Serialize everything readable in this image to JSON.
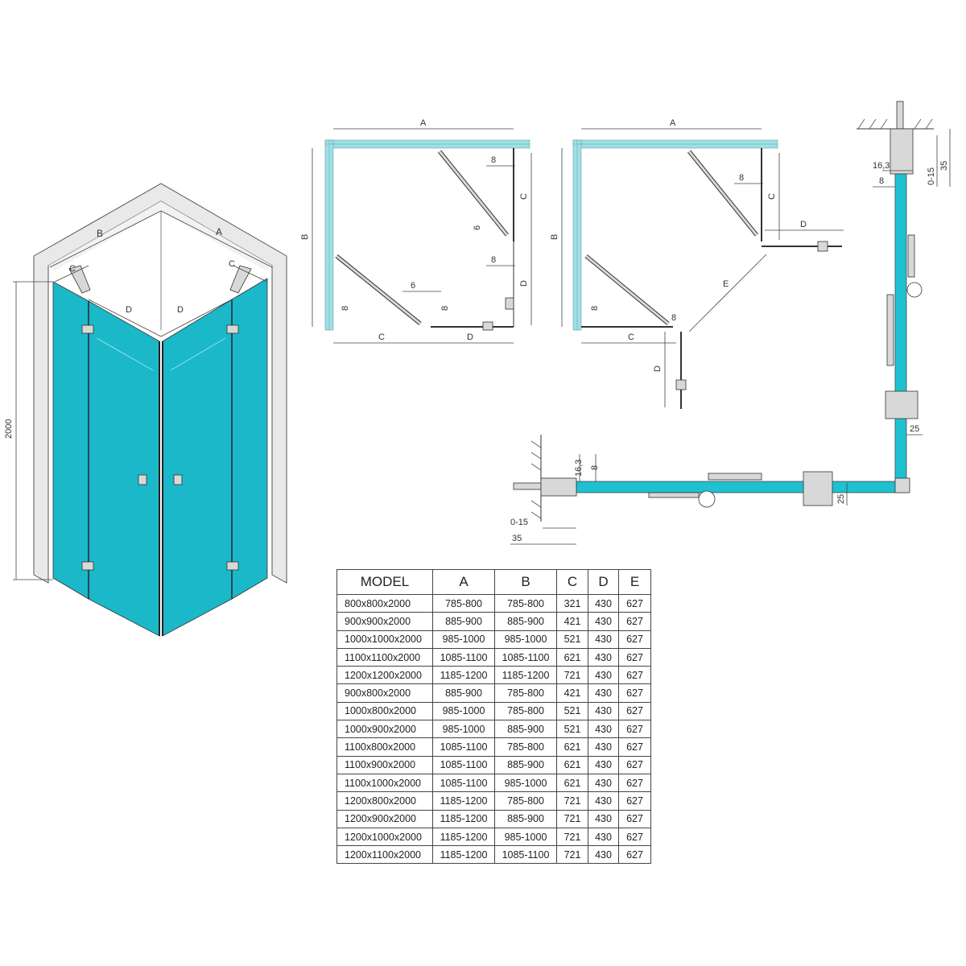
{
  "labels": {
    "a": "A",
    "b": "B",
    "c": "C",
    "d": "D",
    "e": "E",
    "height": "2000",
    "six": "6",
    "eight": "8",
    "gap_top": "16,3",
    "range": "0-15",
    "wall_depth": "35",
    "offset": "25"
  },
  "table": {
    "headers": [
      "MODEL",
      "A",
      "B",
      "C",
      "D",
      "E"
    ],
    "rows": [
      [
        "800x800x2000",
        "785-800",
        "785-800",
        "321",
        "430",
        "627"
      ],
      [
        "900x900x2000",
        "885-900",
        "885-900",
        "421",
        "430",
        "627"
      ],
      [
        "1000x1000x2000",
        "985-1000",
        "985-1000",
        "521",
        "430",
        "627"
      ],
      [
        "1100x1100x2000",
        "1085-1100",
        "1085-1100",
        "621",
        "430",
        "627"
      ],
      [
        "1200x1200x2000",
        "1185-1200",
        "1185-1200",
        "721",
        "430",
        "627"
      ],
      [
        "900x800x2000",
        "885-900",
        "785-800",
        "421",
        "430",
        "627"
      ],
      [
        "1000x800x2000",
        "985-1000",
        "785-800",
        "521",
        "430",
        "627"
      ],
      [
        "1000x900x2000",
        "985-1000",
        "885-900",
        "521",
        "430",
        "627"
      ],
      [
        "1100x800x2000",
        "1085-1100",
        "785-800",
        "621",
        "430",
        "627"
      ],
      [
        "1100x900x2000",
        "1085-1100",
        "885-900",
        "621",
        "430",
        "627"
      ],
      [
        "1100x1000x2000",
        "1085-1100",
        "985-1000",
        "621",
        "430",
        "627"
      ],
      [
        "1200x800x2000",
        "1185-1200",
        "785-800",
        "721",
        "430",
        "627"
      ],
      [
        "1200x900x2000",
        "1185-1200",
        "885-900",
        "721",
        "430",
        "627"
      ],
      [
        "1200x1000x2000",
        "1185-1200",
        "985-1000",
        "721",
        "430",
        "627"
      ],
      [
        "1200x1100x2000",
        "1185-1200",
        "1085-1100",
        "721",
        "430",
        "627"
      ]
    ]
  }
}
